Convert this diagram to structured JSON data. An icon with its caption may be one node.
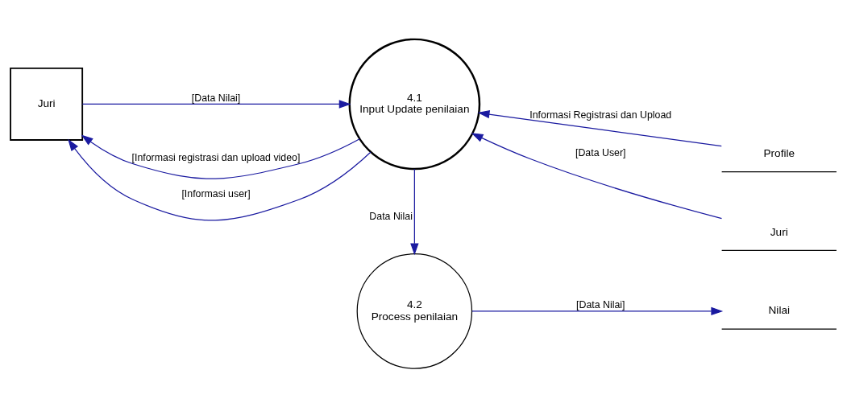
{
  "diagram": {
    "nodes": [
      {
        "text": [
          "Juri"
        ]
      },
      {
        "text": [
          "4.1",
          "Input Update penilaian"
        ]
      },
      {
        "text": [
          "Profile"
        ]
      },
      {
        "text": [
          "Juri"
        ]
      },
      {
        "text": [
          "4.2",
          "Process penilaian"
        ]
      },
      {
        "text": [
          "Nilai"
        ]
      }
    ],
    "edges": [
      {
        "from": 1,
        "to": 0,
        "arrow": "to",
        "label": "[Informasi registrasi dan upload video]"
      },
      {
        "from": 0,
        "to": 1,
        "arrow": "to",
        "label": "[Data Nilai]"
      },
      {
        "from": 1,
        "to": 0,
        "arrow": "to",
        "label": "[Informasi user]"
      },
      {
        "from": 2,
        "to": 1,
        "arrow": "to",
        "label": "Informasi Registrasi dan Upload"
      },
      {
        "from": 3,
        "to": 1,
        "arrow": "to",
        "label": "[Data User]"
      },
      {
        "from": 1,
        "to": 4,
        "arrow": "to",
        "label": "Data Nilai"
      },
      {
        "from": 4,
        "to": 5,
        "arrow": "to",
        "label": "[Data Nilai]"
      }
    ]
  }
}
